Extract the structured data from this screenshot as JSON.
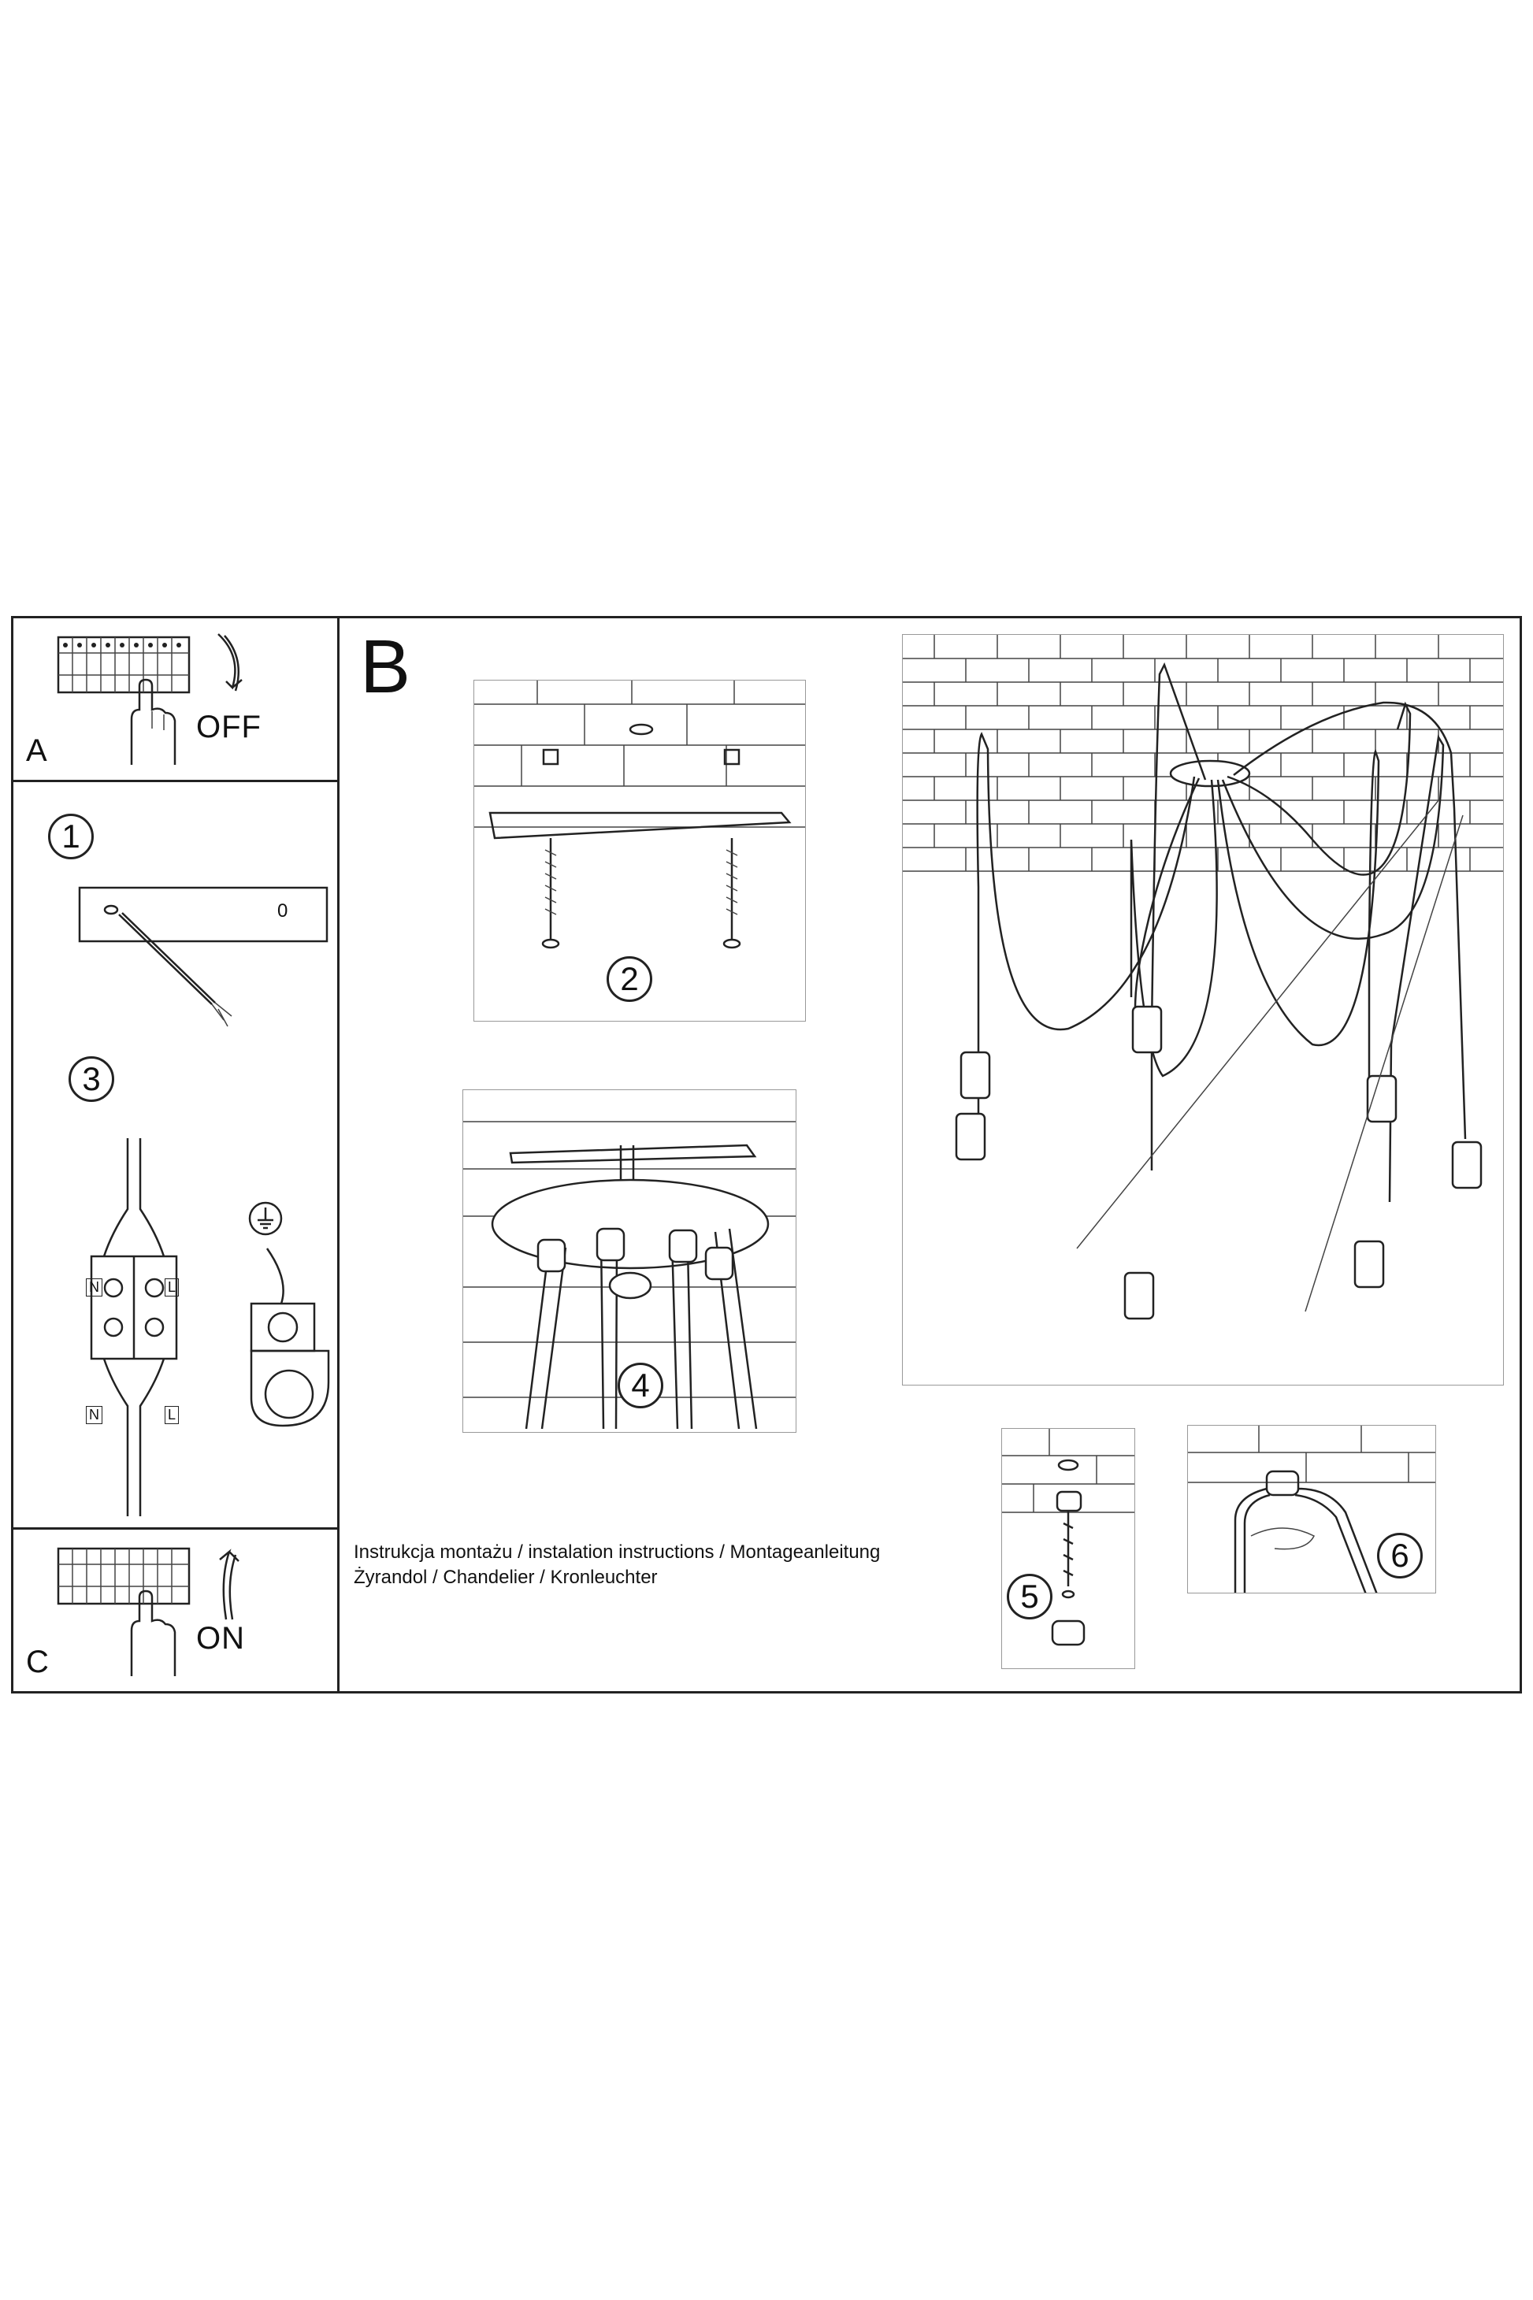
{
  "step_letters": {
    "a": "A",
    "b": "B",
    "c": "C"
  },
  "switch": {
    "off_label": "OFF",
    "on_label": "ON"
  },
  "steps": {
    "s1": "1",
    "s2": "2",
    "s3": "3",
    "s4": "4",
    "s5": "5",
    "s6": "6"
  },
  "mount_plate_zero": "0",
  "terminal_labels": {
    "n_top": "N",
    "l_top": "L",
    "n_bottom": "N",
    "l_bottom": "L"
  },
  "caption": {
    "line1": "Instrukcja montażu / instalation instructions / Montageanleitung",
    "line2": "Żyrandol / Chandelier / Kronleuchter"
  },
  "icons": [
    "breaker-panel-icon",
    "hand-icon",
    "arrow-down-icon",
    "arrow-up-icon",
    "ground-icon",
    "screw-icon",
    "terminal-block-icon"
  ]
}
